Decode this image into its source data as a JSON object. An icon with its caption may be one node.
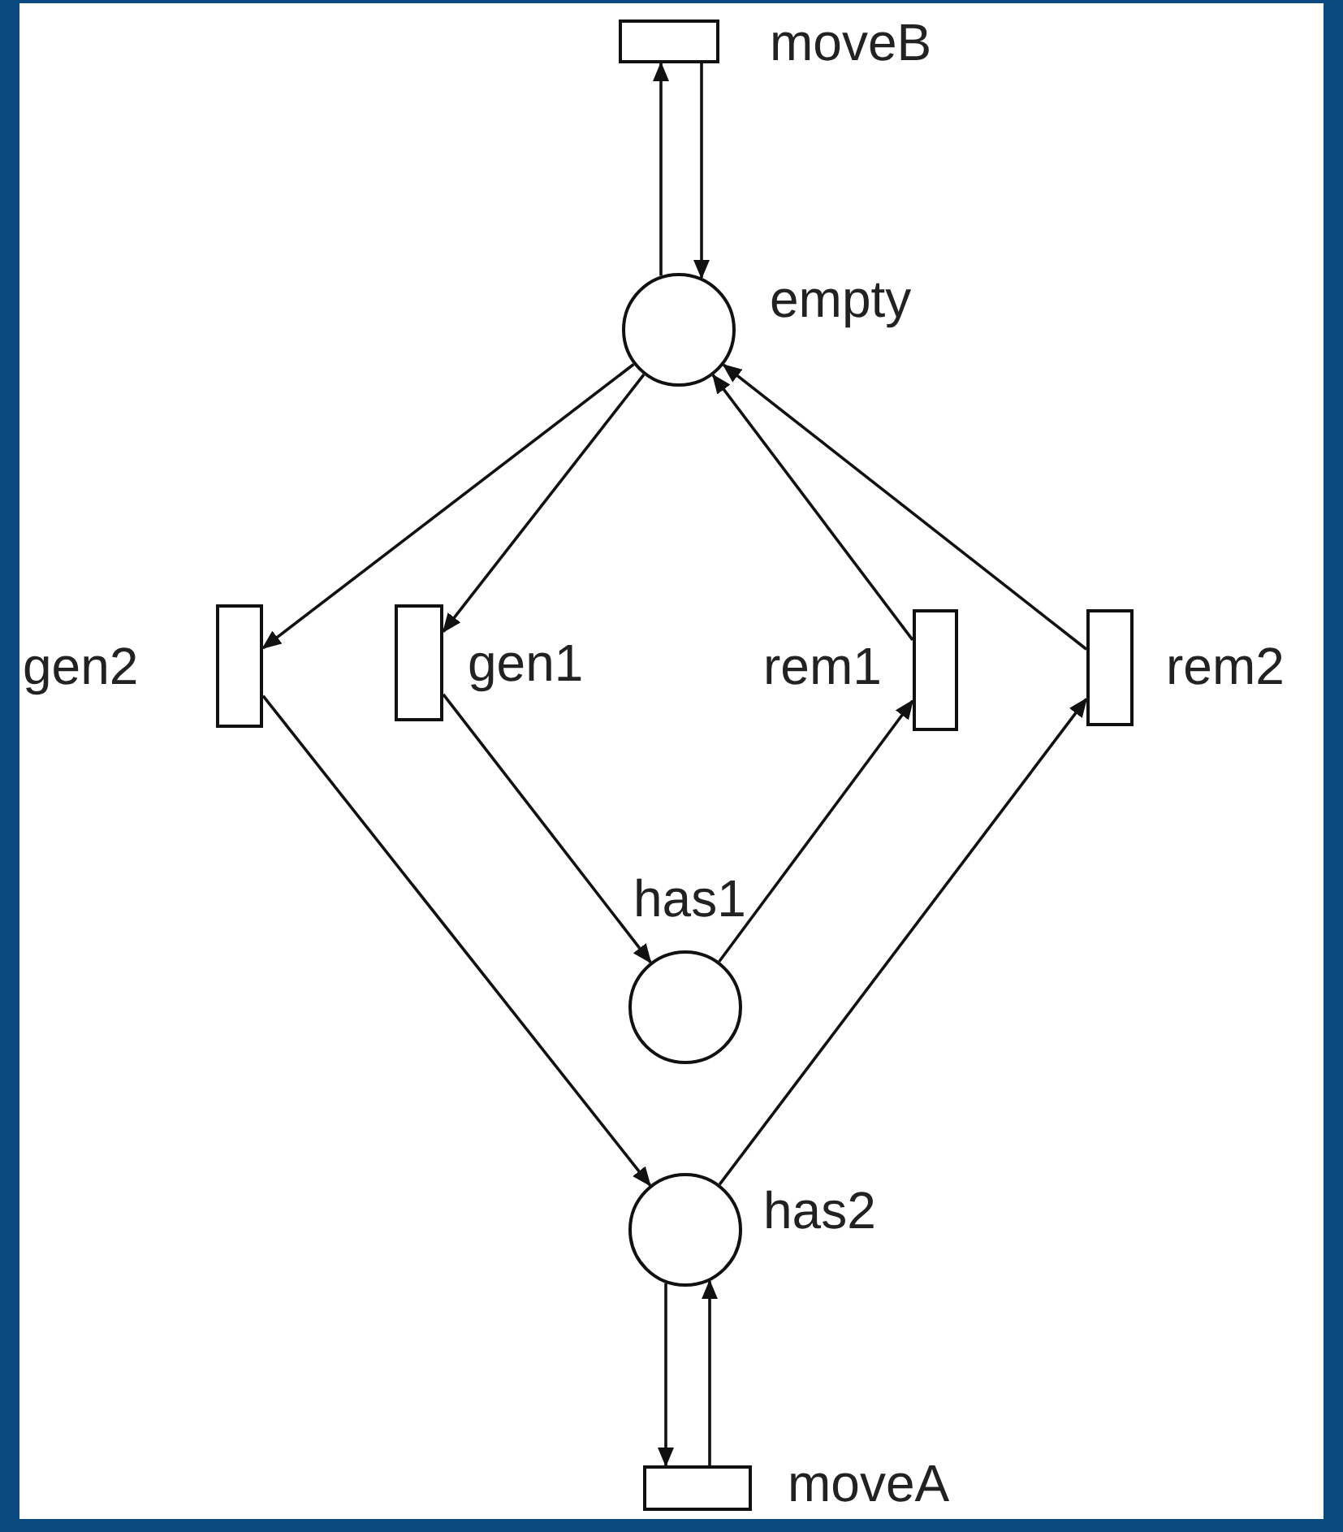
{
  "diagram": {
    "nodes": [
      {
        "text": [],
        "shape": "box",
        "beside": [
          "moveB"
        ]
      },
      {
        "text": [],
        "shape": "circle",
        "beside": [
          "empty"
        ]
      },
      {
        "text": [],
        "shape": "box",
        "beside": [
          "gen2"
        ]
      },
      {
        "text": [],
        "shape": "box",
        "beside": [
          "gen1"
        ]
      },
      {
        "text": [],
        "shape": "box",
        "beside": [
          "rem1"
        ]
      },
      {
        "text": [],
        "shape": "box",
        "beside": [
          "rem2"
        ]
      },
      {
        "text": [],
        "shape": "circle",
        "beside": [
          "has1"
        ]
      },
      {
        "text": [],
        "shape": "circle",
        "beside": [
          "has2"
        ]
      },
      {
        "text": [],
        "shape": "box",
        "beside": [
          "moveA"
        ]
      }
    ],
    "edges": [
      {
        "from": 1,
        "to": 0,
        "arrow": "to"
      },
      {
        "from": 0,
        "to": 1,
        "arrow": "to"
      },
      {
        "from": 1,
        "to": 2,
        "arrow": "to"
      },
      {
        "from": 1,
        "to": 3,
        "arrow": "to"
      },
      {
        "from": 4,
        "to": 1,
        "arrow": "to"
      },
      {
        "from": 5,
        "to": 1,
        "arrow": "to"
      },
      {
        "from": 3,
        "to": 6,
        "arrow": "to"
      },
      {
        "from": 6,
        "to": 4,
        "arrow": "to"
      },
      {
        "from": 2,
        "to": 7,
        "arrow": "to"
      },
      {
        "from": 7,
        "to": 5,
        "arrow": "to"
      },
      {
        "from": 7,
        "to": 8,
        "arrow": "to"
      },
      {
        "from": 8,
        "to": 7,
        "arrow": "to"
      }
    ]
  }
}
